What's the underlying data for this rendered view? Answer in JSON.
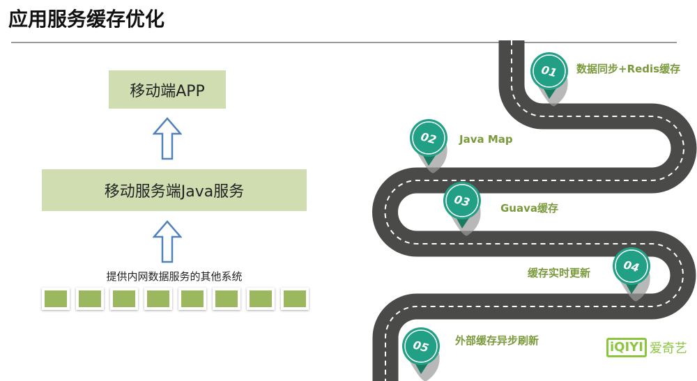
{
  "title": "应用服务缓存优化",
  "diagram": {
    "top_box": "移动端APP",
    "middle_box": "移动服务端Java服务",
    "caption": "提供内网数据服务的其他系统",
    "system_count": 8
  },
  "roadmap": [
    {
      "num": "01",
      "label": "数据同步+Redis缓存"
    },
    {
      "num": "02",
      "label": "Java Map"
    },
    {
      "num": "03",
      "label": "Guava缓存"
    },
    {
      "num": "04",
      "label": "缓存实时更新"
    },
    {
      "num": "05",
      "label": "外部缓存异步刷新"
    }
  ],
  "logo": {
    "mark": "iQIYI",
    "name": "爱奇艺"
  },
  "colors": {
    "box": "#cfddb0",
    "square": "#9cb85e",
    "pin": "#22a085",
    "label": "#7a9a3c",
    "road": "#4a4a48",
    "arrow": "#4f81bd"
  }
}
